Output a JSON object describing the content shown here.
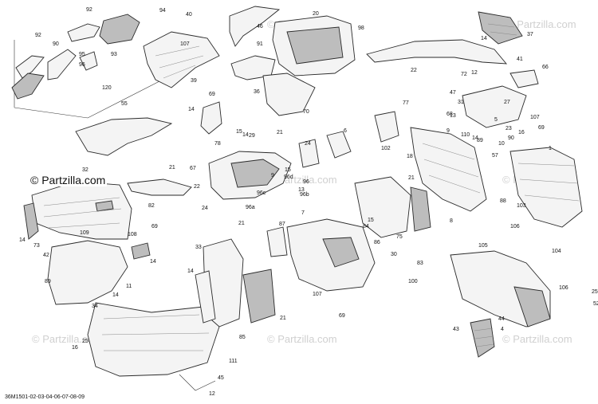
{
  "diagram": {
    "logo_text": "© Partzilla.com",
    "watermark_text": "© Partzilla.com",
    "drawing_code": "36M1501-02-03-04-06-07-08-09",
    "callouts": [
      "92",
      "94",
      "40",
      "46",
      "20",
      "98",
      "92",
      "90",
      "107",
      "95",
      "93",
      "96",
      "39",
      "120",
      "91",
      "36",
      "37",
      "41",
      "72",
      "22",
      "66",
      "47",
      "31",
      "70",
      "68",
      "69",
      "14",
      "55",
      "21",
      "29",
      "78",
      "15",
      "24",
      "6",
      "77",
      "102",
      "18",
      "13",
      "110",
      "14",
      "89",
      "90",
      "107",
      "10",
      "16",
      "69",
      "1",
      "21",
      "57",
      "21",
      "82",
      "32",
      "67",
      "22",
      "14",
      "24",
      "15",
      "9",
      "96d",
      "96c",
      "96a",
      "96b",
      "96",
      "13",
      "7",
      "8",
      "15",
      "84",
      "108",
      "109",
      "14",
      "73",
      "42",
      "69",
      "14",
      "89",
      "33",
      "14",
      "85",
      "87",
      "86",
      "75",
      "30",
      "83",
      "100",
      "105",
      "104",
      "106",
      "25",
      "52",
      "43",
      "44",
      "4",
      "111",
      "45",
      "12",
      "11",
      "34",
      "16",
      "25",
      "21",
      "107",
      "69",
      "14",
      "88",
      "103",
      "106",
      "21",
      "27",
      "5",
      "23",
      "9",
      "14",
      "12",
      "10",
      "36",
      "6",
      "107"
    ]
  }
}
